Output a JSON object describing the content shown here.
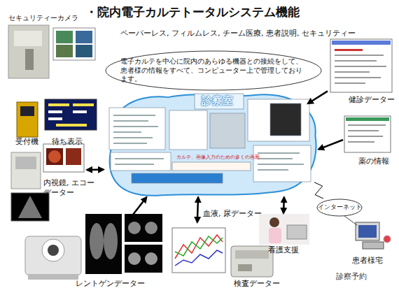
{
  "diagram": {
    "title": "・院内電子カルテトータルシステム機能",
    "nodes": [
      {
        "text": [
          "セキュリティーカメラ"
        ]
      },
      {
        "text": [
          "電子カルテを中心に院内のあらゆる機器との接続をして、患者様の情報をすべて、コンピューター上で管理しております。"
        ]
      },
      {
        "text": [
          "健診データー"
        ]
      },
      {
        "text": [
          "受付機"
        ]
      },
      {
        "text": [
          "待ち表示"
        ]
      },
      {
        "text": [
          "診察室",
          "カルテ、画像入力のための多くの画面"
        ]
      },
      {
        "text": [
          "薬の情報"
        ]
      },
      {
        "text": [
          "内視鏡, エコー データー"
        ]
      },
      {
        "text": [
          "レントゲンデーター"
        ]
      },
      {
        "text": [
          "血液, 尿データー"
        ]
      },
      {
        "text": [
          "検査データー"
        ]
      },
      {
        "text": [
          "看護支援"
        ]
      },
      {
        "text": [
          "インターネット"
        ]
      },
      {
        "text": [
          "患者様宅"
        ]
      }
    ],
    "edges": [
      {
        "from": 7,
        "to": 5,
        "arrow": "both"
      },
      {
        "from": 8,
        "to": 5,
        "arrow": "both"
      },
      {
        "from": 9,
        "to": 5,
        "arrow": "both"
      },
      {
        "from": 11,
        "to": 5,
        "arrow": "both"
      },
      {
        "from": 6,
        "to": 5,
        "arrow": "to"
      },
      {
        "from": 2,
        "to": 5,
        "arrow": "to"
      },
      {
        "from": 5,
        "to": 12,
        "arrow": "none"
      }
    ],
    "labels": [
      "ペーパーレス, フィルムレス, チーム医療, 患者説明, セキュリティー",
      "診察予約"
    ]
  }
}
